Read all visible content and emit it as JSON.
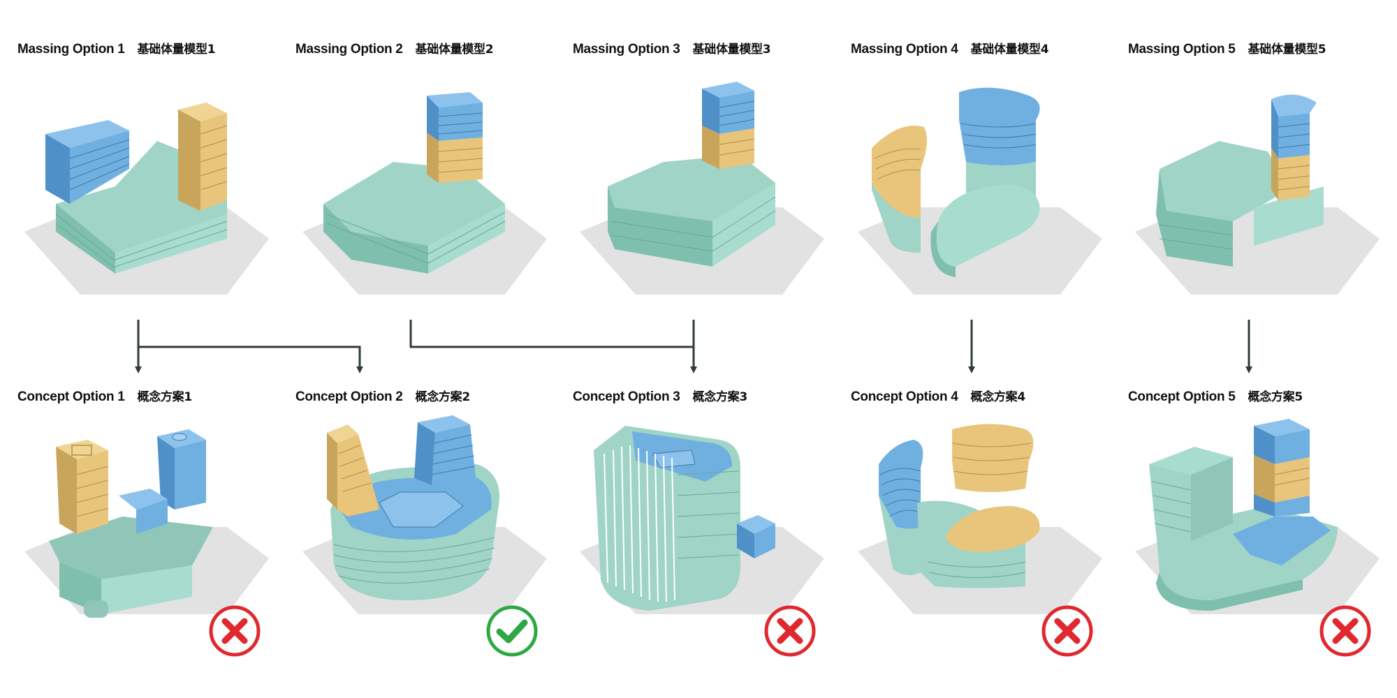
{
  "massing": [
    {
      "title": "Massing Option 1",
      "title_cn": "基础体量模型1"
    },
    {
      "title": "Massing Option 2",
      "title_cn": "基础体量模型2"
    },
    {
      "title": "Massing Option 3",
      "title_cn": "基础体量模型3"
    },
    {
      "title": "Massing Option 4",
      "title_cn": "基础体量模型4"
    },
    {
      "title": "Massing Option 5",
      "title_cn": "基础体量模型5"
    }
  ],
  "concepts": [
    {
      "title": "Concept Option 1",
      "title_cn": "概念方案1",
      "status": "rejected"
    },
    {
      "title": "Concept Option 2",
      "title_cn": "概念方案2",
      "status": "selected"
    },
    {
      "title": "Concept Option 3",
      "title_cn": "概念方案3",
      "status": "rejected"
    },
    {
      "title": "Concept Option 4",
      "title_cn": "概念方案4",
      "status": "rejected"
    },
    {
      "title": "Concept Option 5",
      "title_cn": "概念方案5",
      "status": "rejected"
    }
  ],
  "colors": {
    "podium": "#9fd4c6",
    "podium_dark": "#7fbfae",
    "office": "#6fb0e0",
    "office_dark": "#4f90c8",
    "residential": "#e8c57a",
    "residential_dark": "#c8a55a",
    "site": "#e2e2e2",
    "connector": "#2f3b3a",
    "reject": "#e0282e",
    "accept": "#2ea844"
  }
}
